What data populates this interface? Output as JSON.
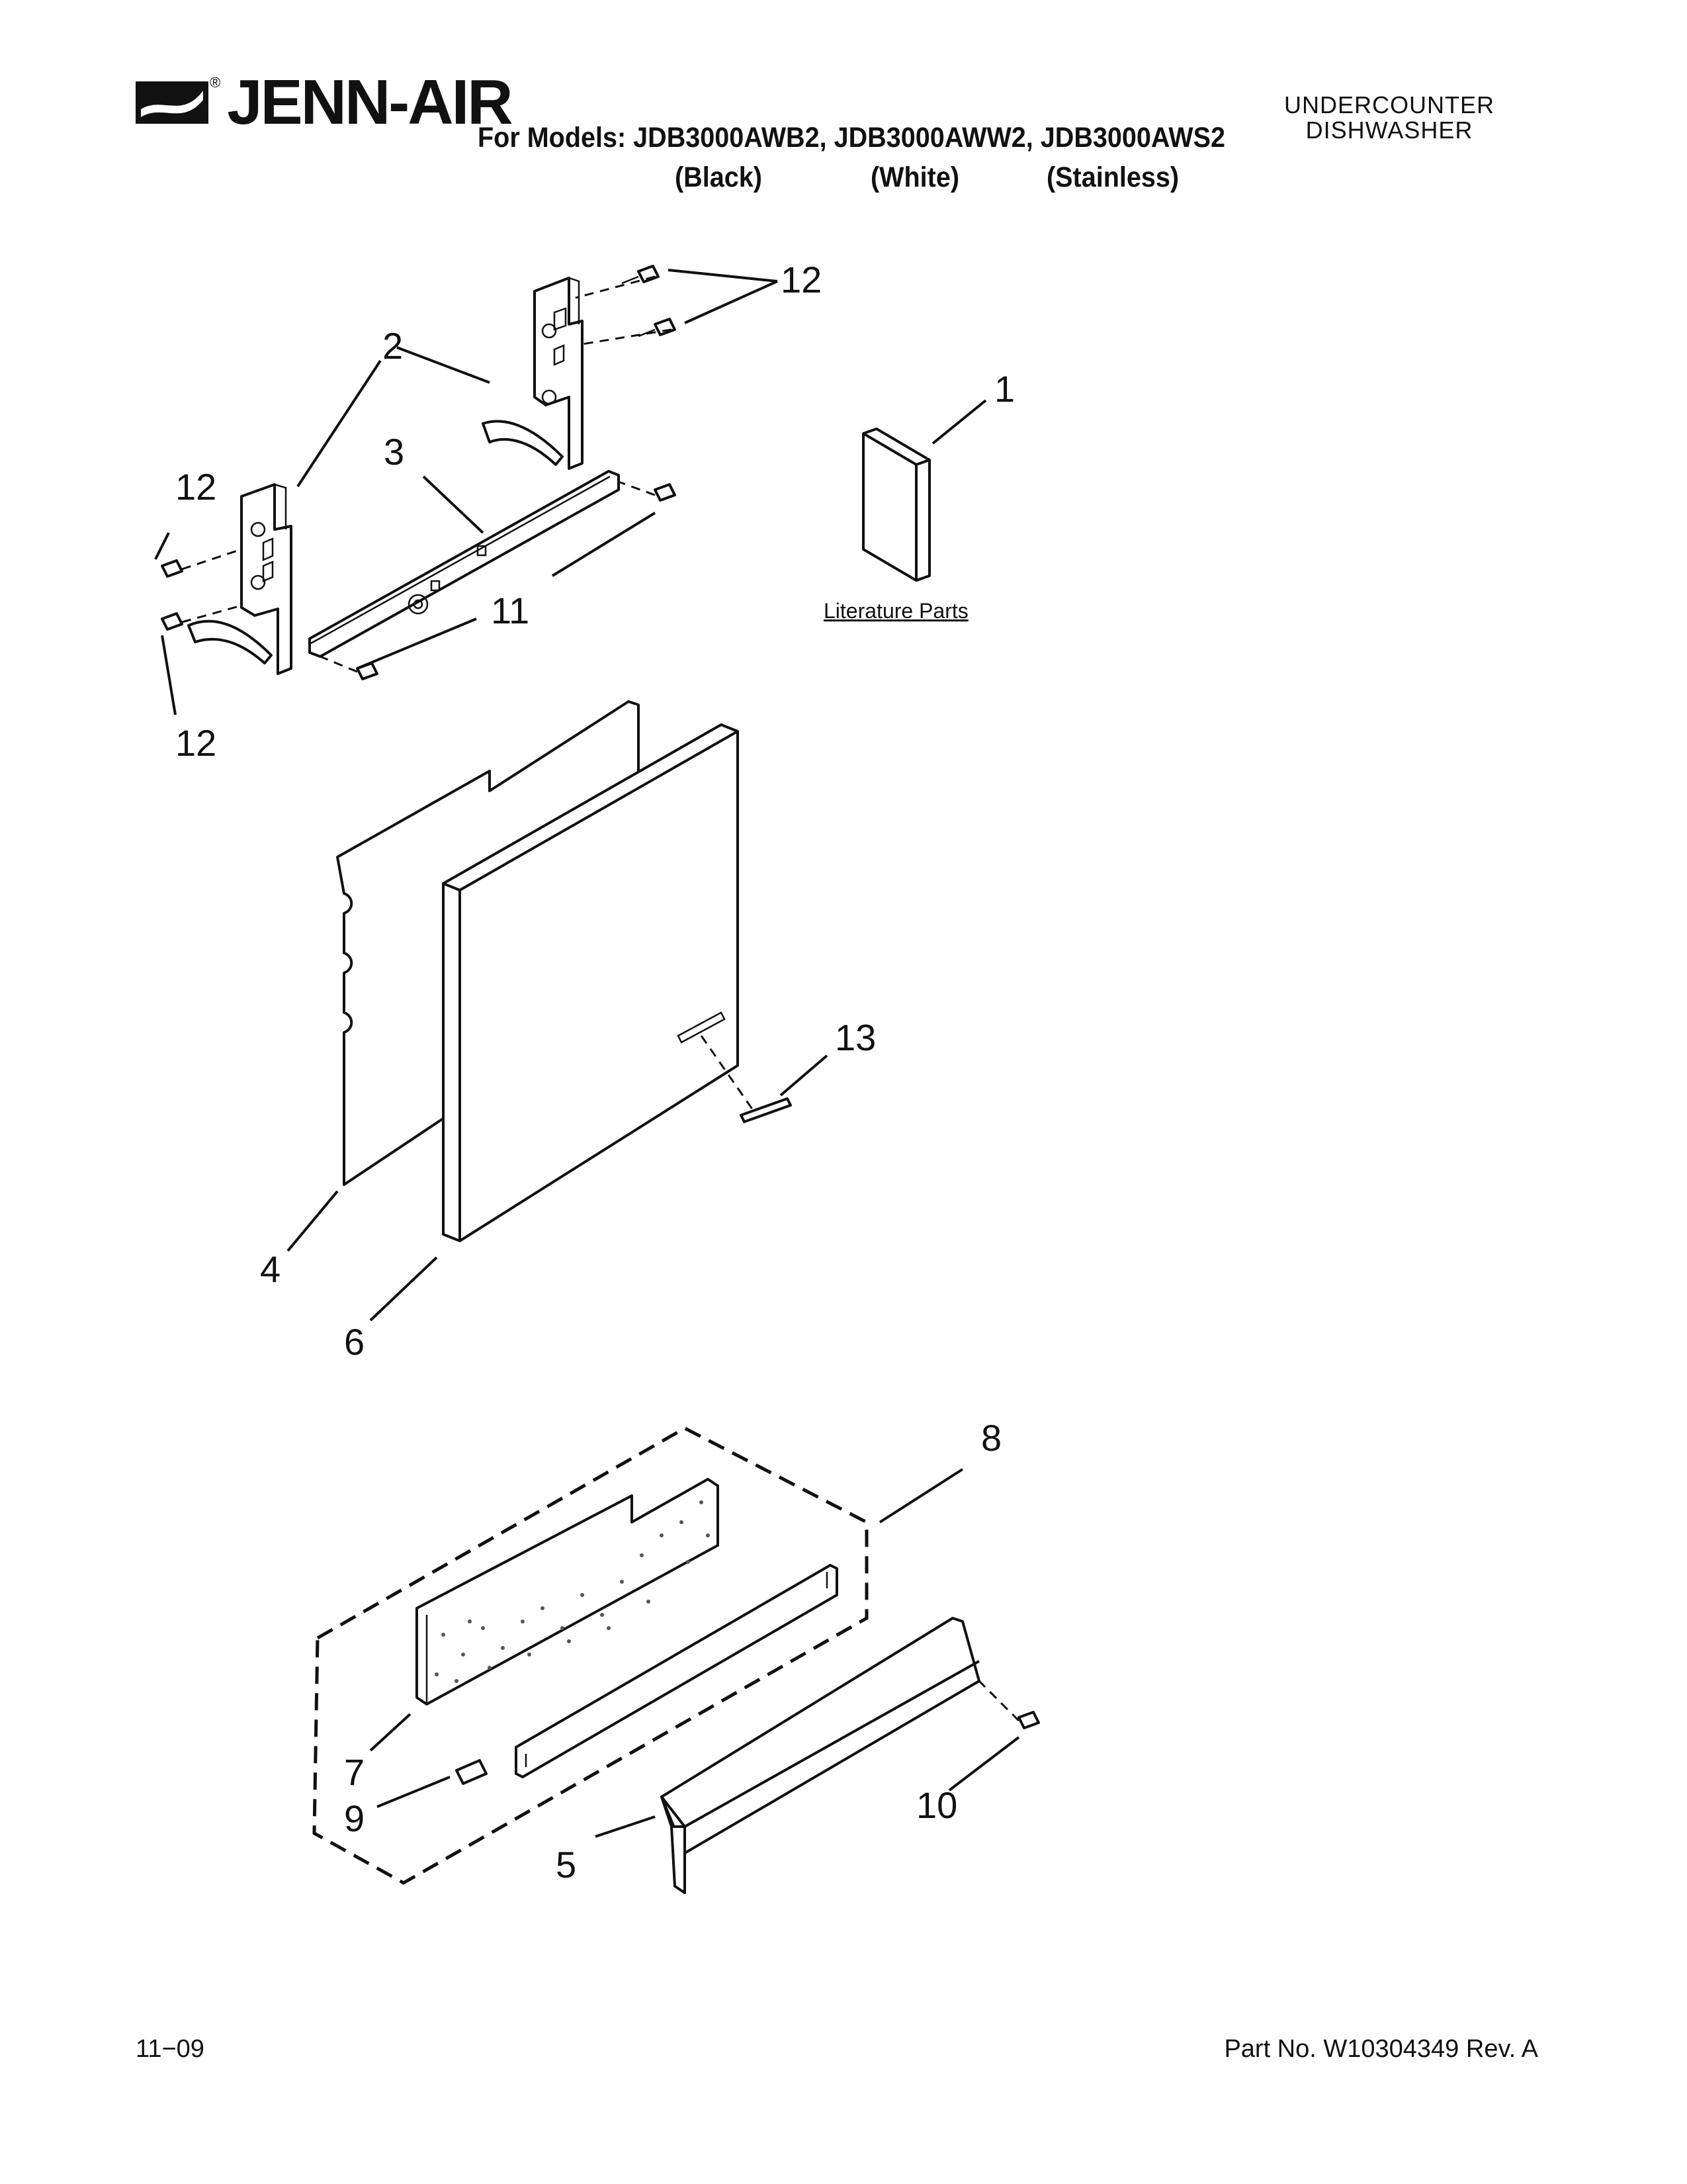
{
  "header": {
    "brand": "JENN-AIR",
    "models_line": "For Models: JDB3000AWB2, JDB3000AWW2, JDB3000AWS2",
    "color_black": "(Black)",
    "color_white": "(White)",
    "color_stainless": "(Stainless)",
    "product_line1": "UNDERCOUNTER",
    "product_line2": "DISHWASHER"
  },
  "diagram": {
    "callouts": {
      "c1": "1",
      "c2": "2",
      "c3": "3",
      "c4": "4",
      "c5": "5",
      "c6": "6",
      "c7": "7",
      "c8": "8",
      "c9": "9",
      "c10": "10",
      "c11": "11",
      "c12a": "12",
      "c12b": "12",
      "c12c": "12",
      "c13": "13"
    },
    "literature_label": "Literature Parts"
  },
  "footer": {
    "date_code": "11−09",
    "part_number": "Part No. W10304349 Rev. A"
  }
}
